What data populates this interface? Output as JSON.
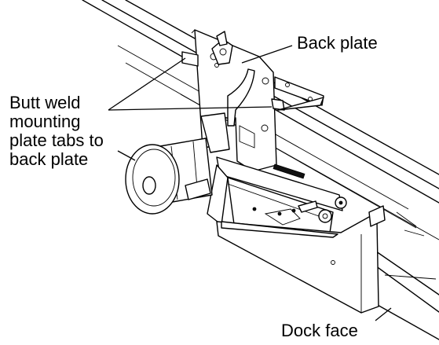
{
  "labels": {
    "back_plate": "Back plate",
    "butt_weld": [
      "Butt weld",
      "mounting",
      "plate tabs to",
      "back plate"
    ],
    "dock_face": "Dock face"
  }
}
